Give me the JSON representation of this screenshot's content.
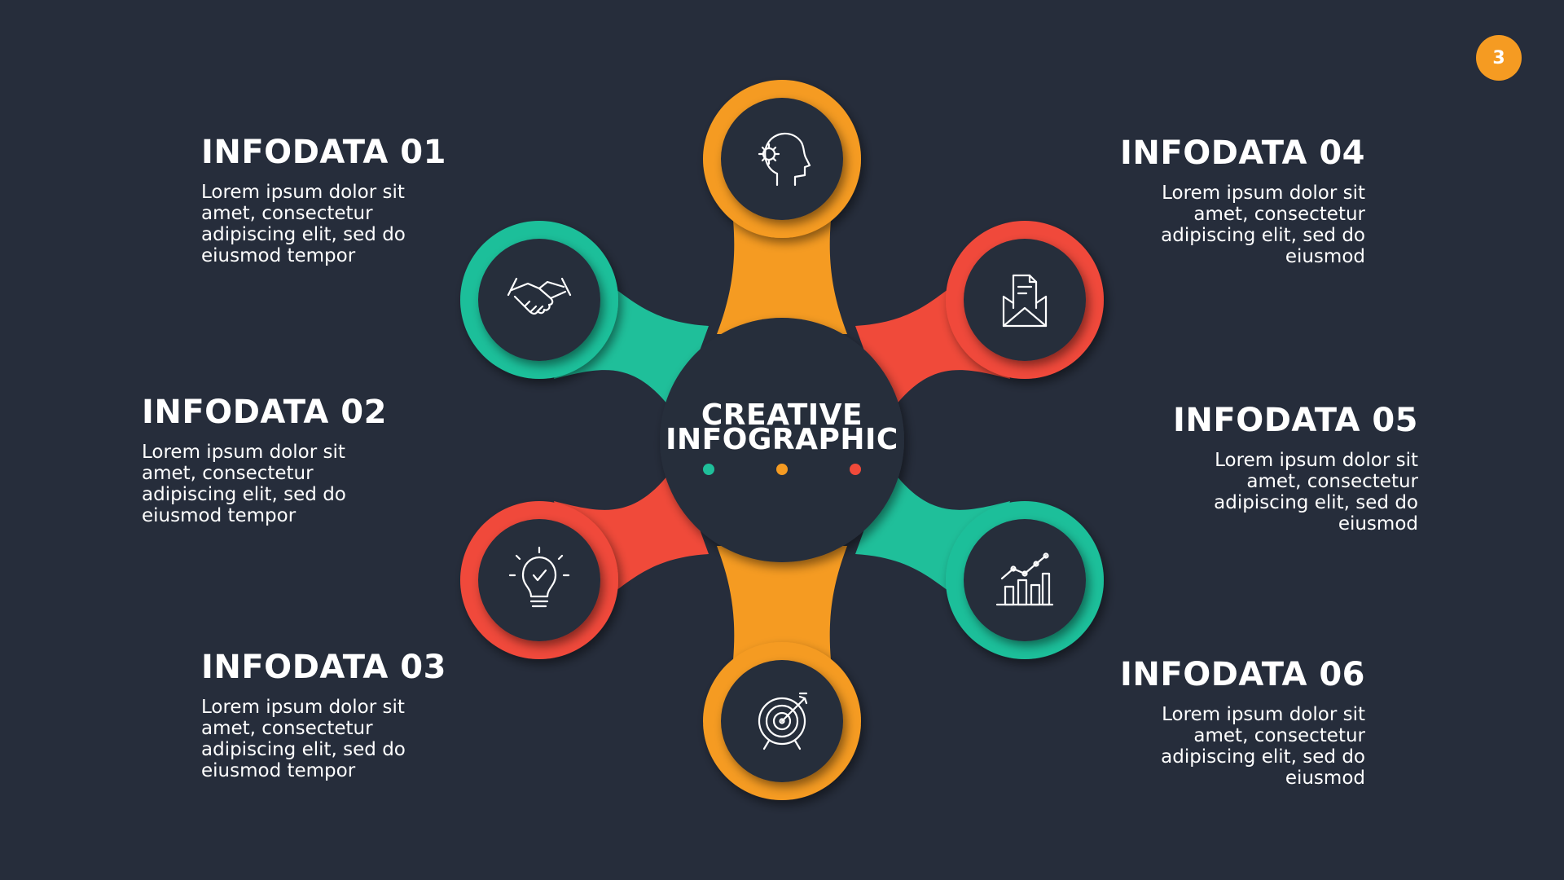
{
  "page_number": "3",
  "center": {
    "line1": "CREATIVE",
    "line2": "INFOGRAPHIC",
    "dot_colors": [
      "#1fbf9a",
      "#f59b22",
      "#f04a3a"
    ]
  },
  "colors": {
    "background": "#262d3b",
    "orange": "#f59b22",
    "teal": "#1fbf9a",
    "red": "#f04a3a",
    "hub": "#262d3b"
  },
  "nodes": [
    {
      "id": "top",
      "color": "orange",
      "icon": "head-gear-icon"
    },
    {
      "id": "upper-right",
      "color": "red",
      "icon": "envelope-document-icon"
    },
    {
      "id": "lower-right",
      "color": "teal",
      "icon": "bar-chart-growth-icon"
    },
    {
      "id": "bottom",
      "color": "orange",
      "icon": "target-arrow-icon"
    },
    {
      "id": "lower-left",
      "color": "red",
      "icon": "lightbulb-check-icon"
    },
    {
      "id": "upper-left",
      "color": "teal",
      "icon": "handshake-icon"
    }
  ],
  "items": [
    {
      "title": "INFODATA 01",
      "text": "Lorem ipsum dolor sit amet, consectetur adipiscing elit, sed do eiusmod tempor"
    },
    {
      "title": "INFODATA 02",
      "text": "Lorem ipsum dolor sit amet, consectetur adipiscing elit, sed do eiusmod tempor"
    },
    {
      "title": "INFODATA 03",
      "text": "Lorem ipsum dolor sit amet, consectetur adipiscing elit, sed do eiusmod tempor"
    },
    {
      "title": "INFODATA 04",
      "text": "Lorem ipsum dolor sit amet, consectetur adipiscing elit, sed do eiusmod"
    },
    {
      "title": "INFODATA 05",
      "text": "Lorem ipsum dolor sit amet, consectetur adipiscing elit, sed do eiusmod"
    },
    {
      "title": "INFODATA 06",
      "text": "Lorem ipsum dolor sit amet, consectetur adipiscing elit, sed do eiusmod"
    }
  ]
}
